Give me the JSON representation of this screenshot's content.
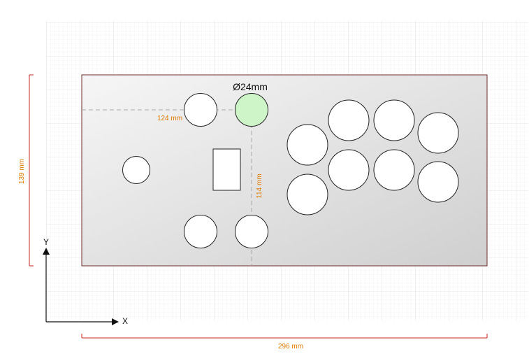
{
  "colors": {
    "dimension": "#cc2222",
    "dimension_text": "#e07b00",
    "plate_fill_light": "#f6f6f6",
    "plate_fill_dark": "#cfcfcf",
    "plate_stroke": "#6b2a2a",
    "grid": "#e6e6e6",
    "highlight": "#cdf5c8",
    "guide": "#a8a8a8"
  },
  "labels": {
    "selected_hole": "Ø24mm",
    "horizontal_offset": "124 mm",
    "vertical_offset": "114 mm",
    "height_dimension": "139 mm",
    "width_dimension": "296 mm",
    "axis_x": "X",
    "axis_y": "Y"
  }
}
